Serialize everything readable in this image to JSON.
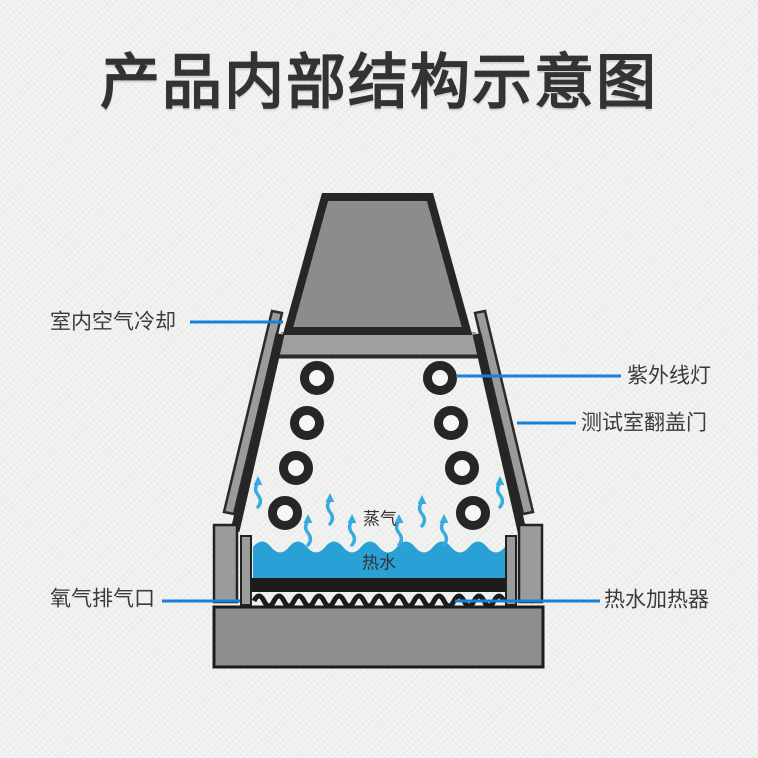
{
  "page": {
    "title": "产品内部结构示意图"
  },
  "diagram": {
    "steam_label": "蒸气",
    "hot_water_label": "热水"
  },
  "callouts": [
    {
      "text": "室内空气冷却",
      "side": "left",
      "points_to": "chamber-air-cooling-zone"
    },
    {
      "text": "紫外线灯",
      "side": "right",
      "points_to": "uv-lamp"
    },
    {
      "text": "测试室翻盖门",
      "side": "right",
      "points_to": "door-panel"
    },
    {
      "text": "氧气排气口",
      "side": "left",
      "points_to": "exhaust-port"
    },
    {
      "text": "热水加热器",
      "side": "right",
      "points_to": "heater-element"
    }
  ],
  "colors": {
    "accent_blue_lines": "#1a7fd9",
    "water_blue": "#2aa1d6",
    "steam_blue": "#36abdf",
    "metal_gray": "#8c8c8c",
    "light_metal_gray": "#9f9f9f",
    "outline_black": "#262626",
    "background": "#f0f0ef",
    "text_dark": "#3b3b3b",
    "title_dark": "#333333"
  }
}
